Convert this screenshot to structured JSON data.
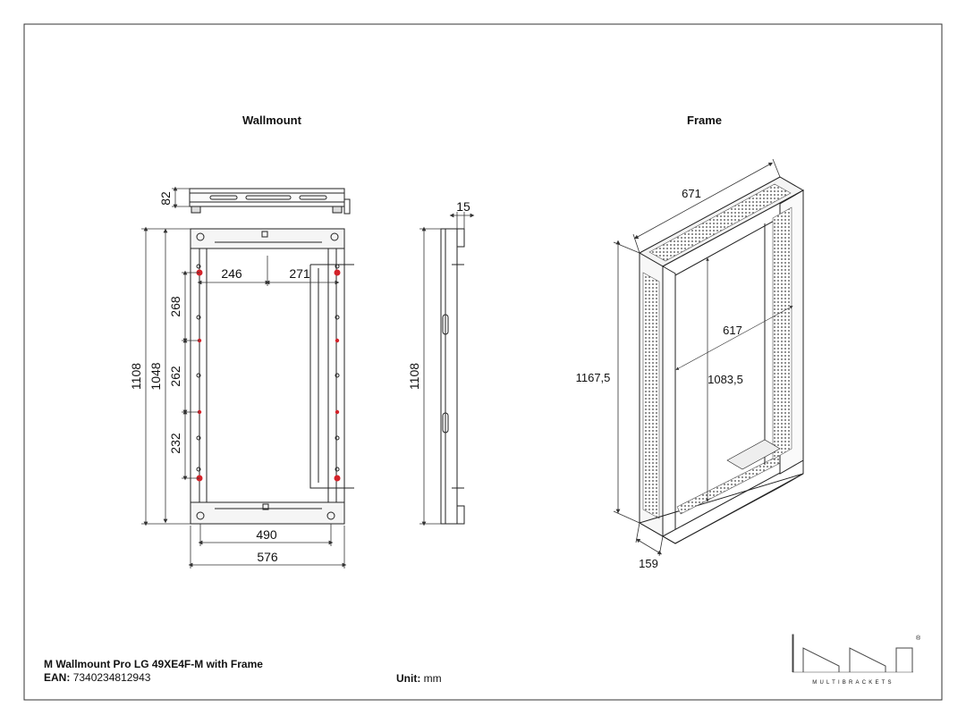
{
  "views": {
    "wallmount_title": "Wallmount",
    "frame_title": "Frame"
  },
  "wallmount_dims": {
    "top_depth": "82",
    "overall_height": "1108",
    "hole_height": "1048",
    "spacing_1": "268",
    "spacing_2": "262",
    "spacing_3": "232",
    "inner_offset_left": "246",
    "inner_offset_right": "271",
    "inner_width": "490",
    "overall_width": "576"
  },
  "side_dims": {
    "thickness": "15",
    "height": "1108"
  },
  "frame_dims": {
    "width": "671",
    "height": "1167,5",
    "inner_width": "617",
    "inner_height": "1083,5",
    "depth": "159"
  },
  "footer": {
    "product_name": "M Wallmount Pro LG 49XE4F-M with Frame",
    "ean_label": "EAN:",
    "ean_value": "7340234812943",
    "unit_label": "Unit:",
    "unit_value": "mm"
  },
  "logo": {
    "brand_text": "MULTIBRACKETS",
    "registered_mark": "®"
  }
}
